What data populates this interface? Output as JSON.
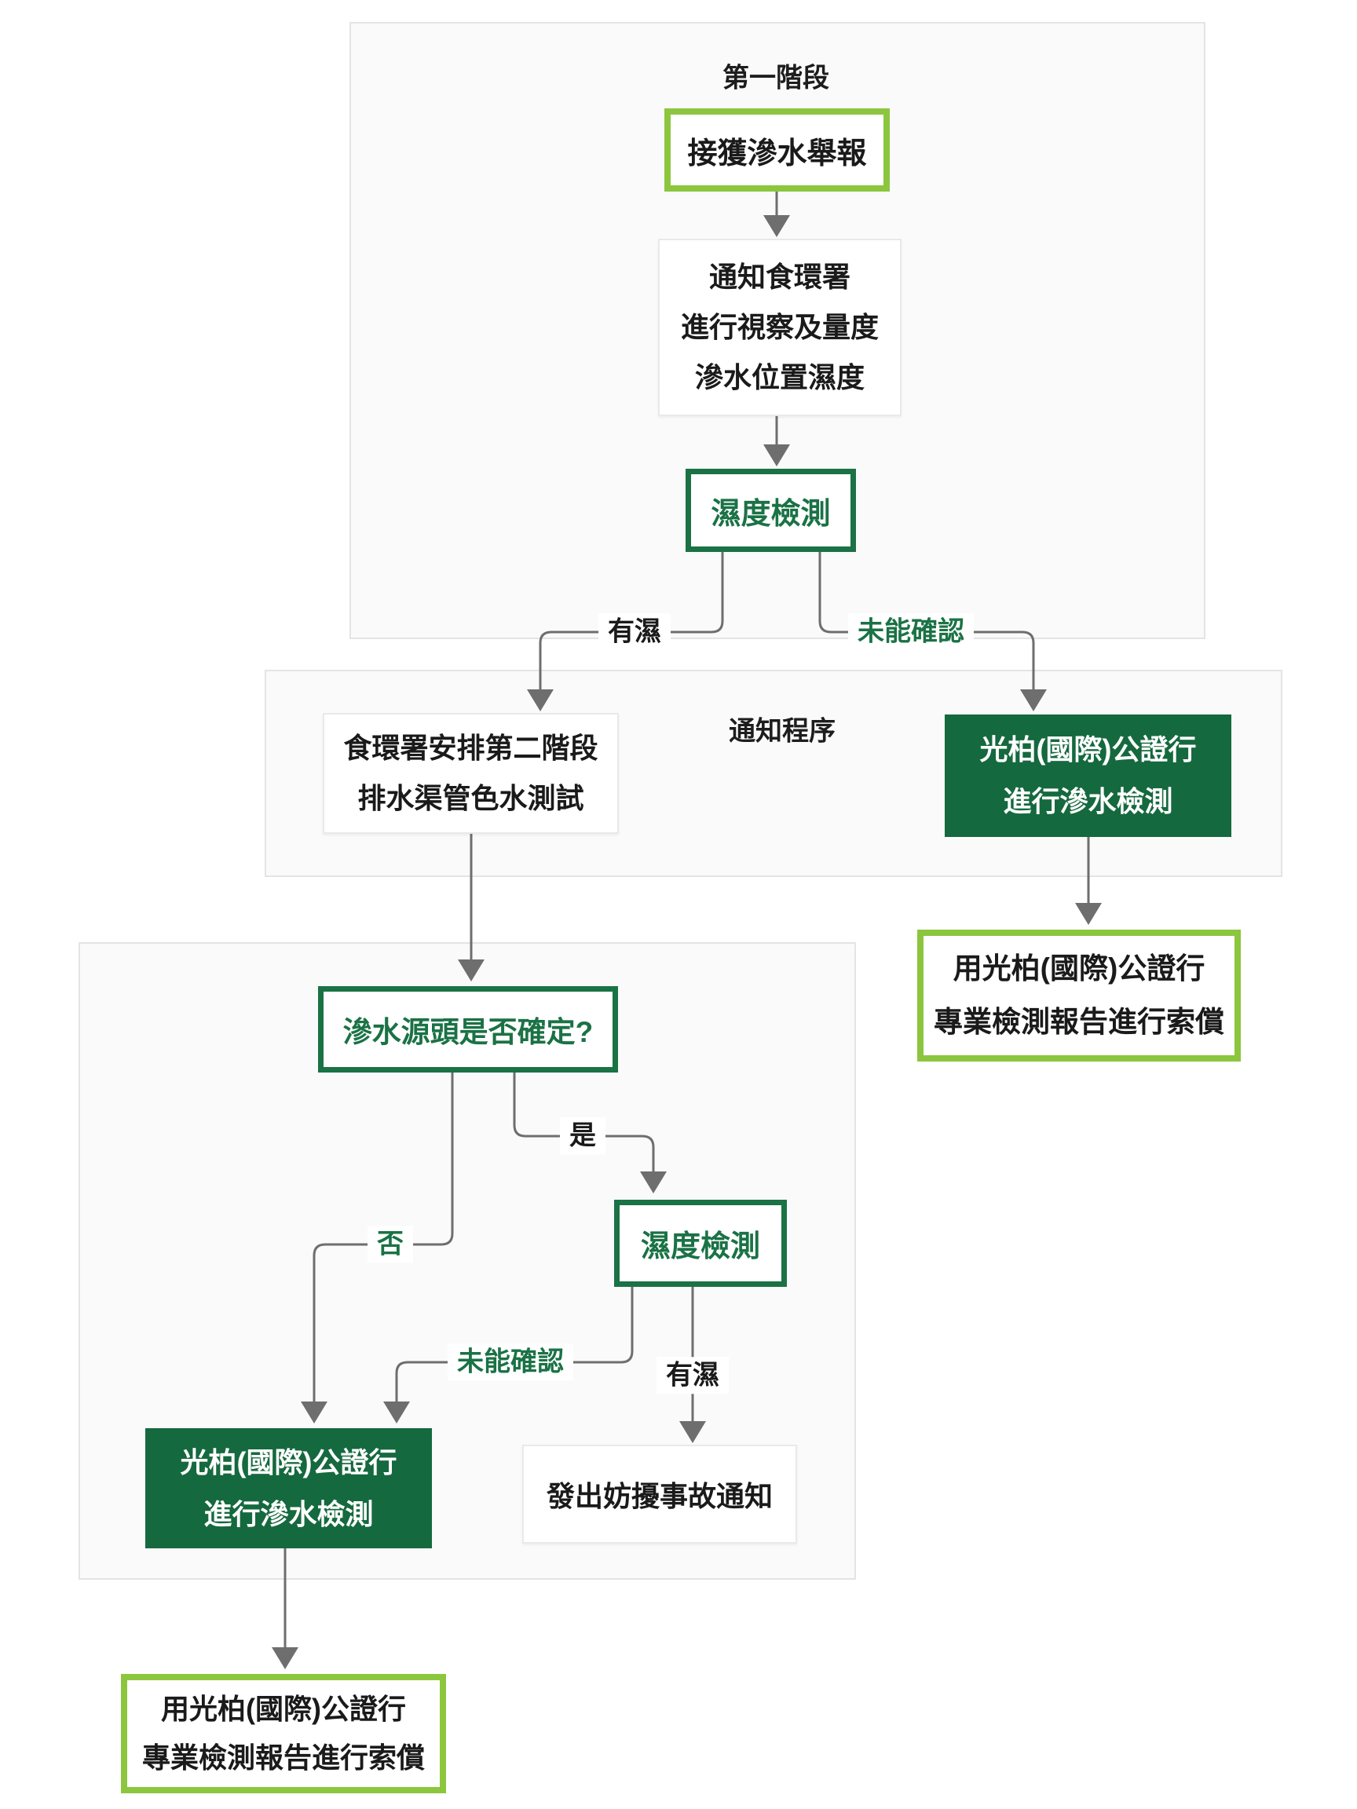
{
  "colors": {
    "dark_green": "#15693E",
    "outline_green": "#1A7245",
    "light_green": "#8CC63E",
    "line_gray": "#6E6E6E",
    "text_black": "#1A1A1A"
  },
  "stage1": {
    "title": "第一階段",
    "receive_report": "接獲滲水舉報",
    "notify_fehd": "通知食環署\n進行視察及量度\n滲水位置濕度",
    "moisture_test": "濕度檢測",
    "label_wet": "有濕",
    "label_unconfirmed": "未能確認"
  },
  "stage2": {
    "title": "通知程序",
    "fehd_stage2": "食環署安排第二階段\n排水渠管色水測試",
    "kinbo_test": "光柏(國際)公證行\n進行滲水檢測",
    "claim": "用光柏(國際)公證行\n專業檢測報告進行索償"
  },
  "stage3": {
    "source_question": "滲水源頭是否確定?",
    "label_yes": "是",
    "label_no": "否",
    "moisture_test": "濕度檢測",
    "label_unconfirmed": "未能確認",
    "label_wet": "有濕",
    "kinbo_test": "光柏(國際)公證行\n進行滲水檢測",
    "nuisance_notice": "發出妨擾事故通知",
    "claim": "用光柏(國際)公證行\n專業檢測報告進行索償"
  }
}
